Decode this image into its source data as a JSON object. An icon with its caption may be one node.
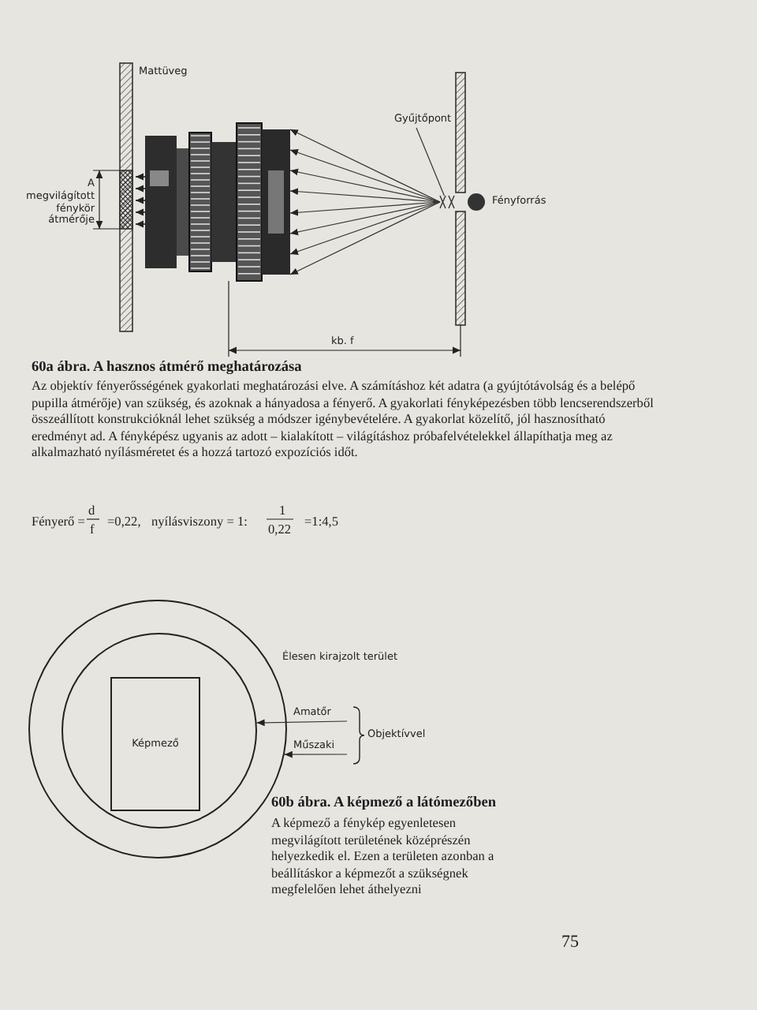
{
  "diagram": {
    "nodes": [
      {
        "text": [
          "Gyűjtőpont"
        ]
      },
      {
        "text": [],
        "shape": "cross"
      },
      {
        "text": [],
        "shape": "picture"
      },
      {
        "text": [],
        "shape": "circle",
        "beside": [
          "Élesen kirajzolt terület"
        ]
      },
      {
        "text": [],
        "shape": "circle",
        "in": 3
      },
      {
        "text": [
          "Képmező"
        ],
        "in": 4
      },
      {
        "text": [
          "Amatőr"
        ]
      },
      {
        "text": [
          "Műszaki"
        ]
      }
    ],
    "edges": [
      {
        "from": 0,
        "to": 1,
        "arrow": "none"
      },
      {
        "from": 1,
        "to": 2,
        "arrow": "to"
      },
      {
        "from": 1,
        "to": 2,
        "arrow": "to"
      },
      {
        "from": 1,
        "to": 2,
        "arrow": "to"
      },
      {
        "from": 1,
        "to": 2,
        "arrow": "to"
      },
      {
        "from": 1,
        "to": 2,
        "arrow": "to"
      },
      {
        "from": 1,
        "to": 2,
        "arrow": "to"
      },
      {
        "from": 1,
        "to": 2,
        "arrow": "to"
      },
      {
        "from": 1,
        "to": 2,
        "arrow": "to"
      },
      {
        "from": 6,
        "to": 4,
        "arrow": "to"
      },
      {
        "from": 7,
        "to": 3,
        "arrow": "to"
      }
    ],
    "labels": [
      "Mattüveg",
      "A megvilágított fénykör átmérője",
      "Fényforrás",
      "kb. f",
      "60a ábra. A hasznos átmérő meghatározása",
      "Az objektív fényerősségének gyakorlati meghatározási elve. A számításhoz két adatra (a gyújtótávolság és a belépő pupilla átmérője) van szükség, és azoknak a hányadosa a fényerő. A gyakorlati fényképezésben több lencserendszerből összeállított konstrukcióknál lehet szükség a módszer igénybevételére. A gyakorlat közelítő, jól hasznosítható eredményt ad. A fényképész ugyanis az adott – kialakított – világításhoz próbafelvételekkel állapíthatja meg az alkalmazható nyílásméretet és a hozzá tartozó expozíciós időt.",
      "Fényerő =",
      "d",
      "f",
      "=0,22,",
      "nyílásviszony = 1:",
      "1",
      "0,22",
      "=1:4,5",
      "Objektívvel",
      "60b ábra. A képmező a látómezőben",
      "A képmező a fénykép egyenletesen megvilágított területének középrészén helyezkedik el. Ezen a területen azonban a beállításkor a képmezőt a szükségnek megfelelően lehet áthelyezni",
      "75"
    ]
  }
}
